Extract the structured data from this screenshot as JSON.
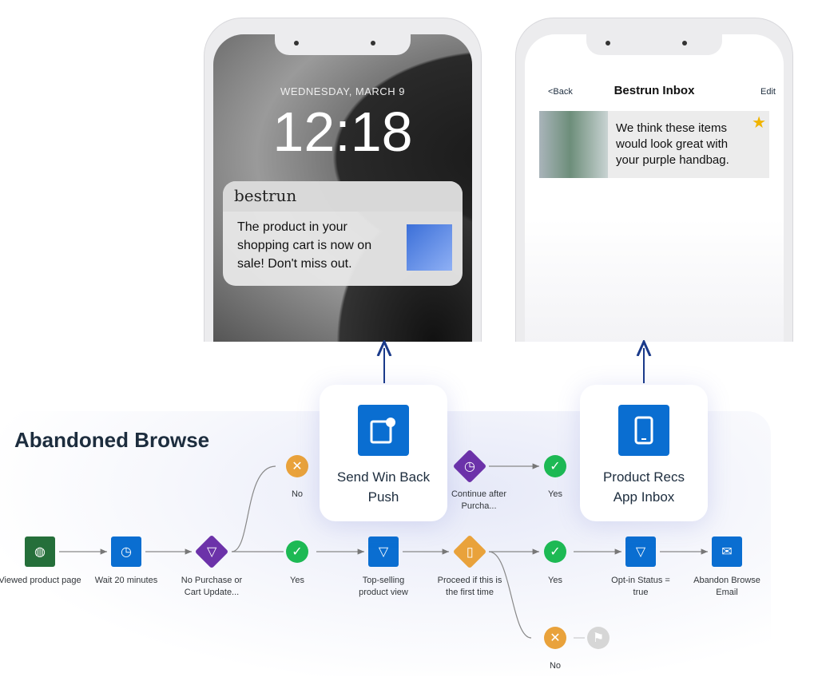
{
  "lock_screen": {
    "date": "WEDNESDAY, MARCH 9",
    "time": "12:18",
    "notification": {
      "app": "bestrun",
      "message": "The product in your shopping cart is now on sale! Don't miss out."
    }
  },
  "inbox": {
    "back": "<Back",
    "title": "Bestrun Inbox",
    "edit": "Edit",
    "message": "We think these items would look great with your purple handbag."
  },
  "flow": {
    "title": "Abandoned Browse",
    "popups": [
      {
        "label": "Send Win Back Push",
        "icon": "push-notification-icon"
      },
      {
        "label": "Product Recs App Inbox",
        "icon": "smartphone-icon"
      }
    ],
    "nodes": {
      "viewed": "Viewed product page",
      "wait": "Wait 20 minutes",
      "no_purchase": "No Purchase or Cart Update...",
      "no1": "No",
      "yes1": "Yes",
      "continue": "Continue after Purcha...",
      "yes2": "Yes",
      "top_selling": "Top-selling product view",
      "proceed": "Proceed if this is the first time",
      "yes3": "Yes",
      "optin": "Opt-in Status = true",
      "email": "Abandon Browse Email",
      "no2": "No"
    }
  },
  "colors": {
    "blue": "#0a6ed1",
    "green": "#256f3a",
    "purple": "#6c32a9",
    "orange": "#e9a23b",
    "success": "#1db954",
    "navy": "#1d2d3e"
  }
}
